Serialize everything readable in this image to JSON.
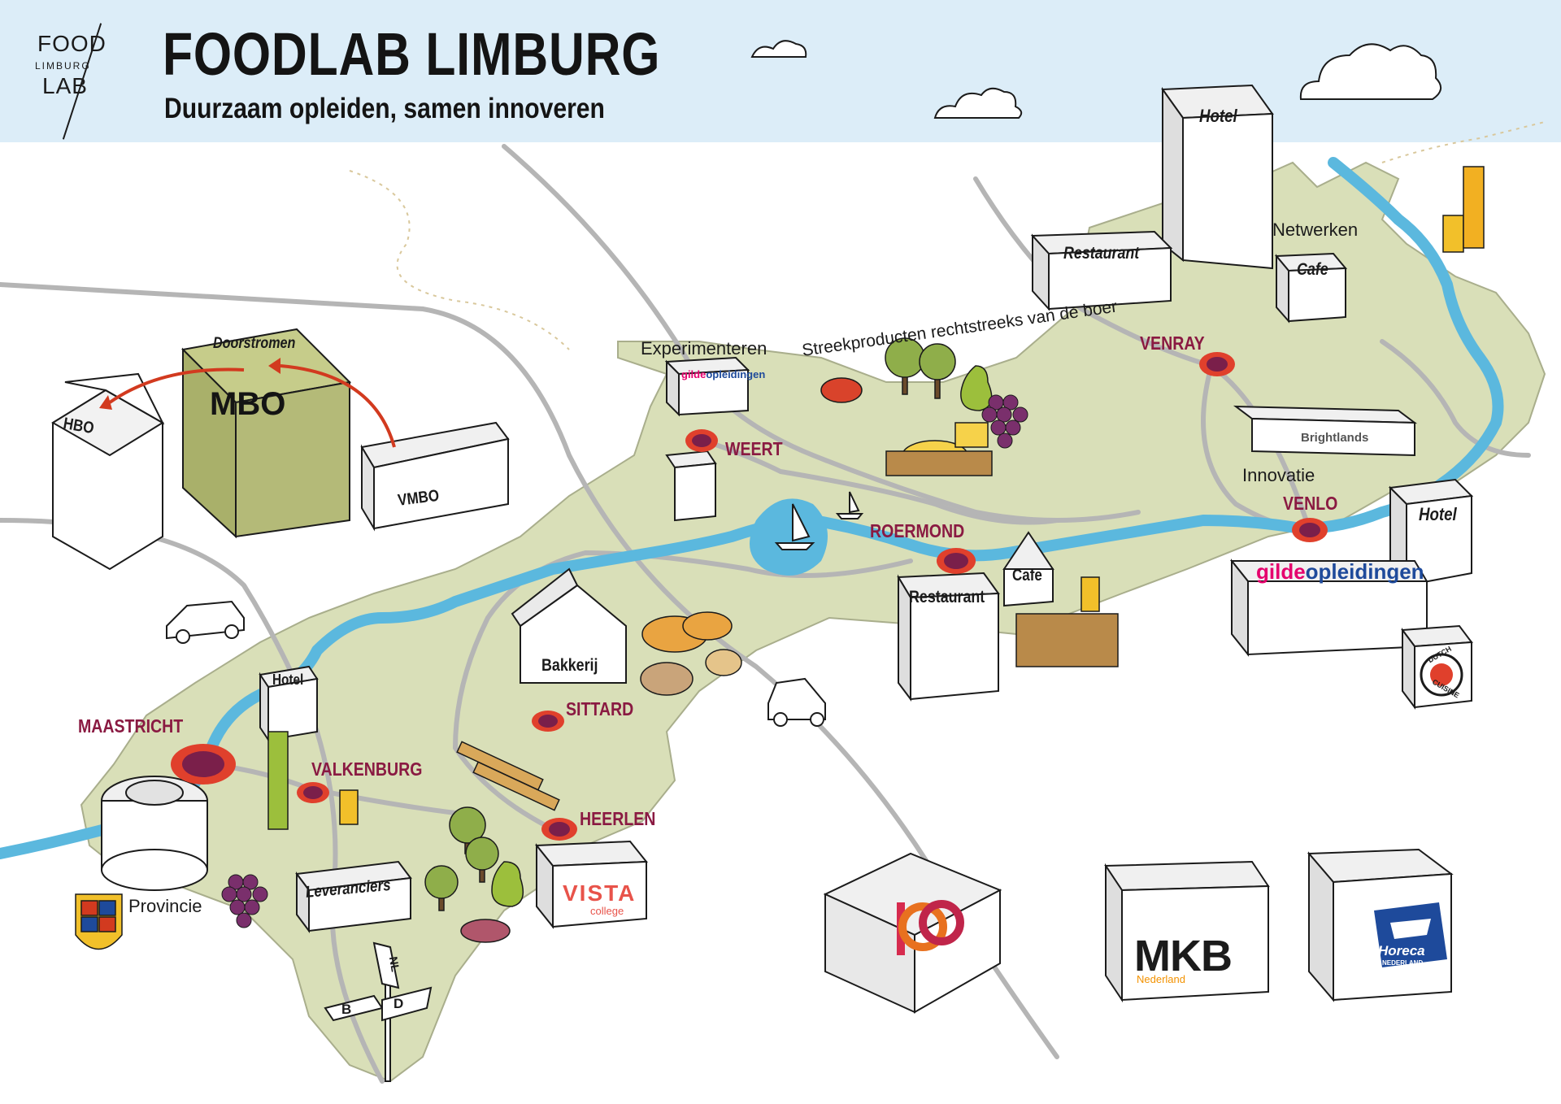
{
  "header": {
    "logo": {
      "line1": "FOOD",
      "line2": "LIMBURG",
      "line3": "LAB"
    },
    "title": "FOODLAB LIMBURG",
    "subtitle": "Duurzaam opleiden, samen innoveren"
  },
  "education": {
    "flow_label": "Doorstromen",
    "hbo": "HBO",
    "mbo": "MBO",
    "vmbo": "VMBO"
  },
  "cities": {
    "weert": "WEERT",
    "roermond": "ROERMOND",
    "venray": "VENRAY",
    "venlo": "VENLO",
    "maastricht": "MAASTRICHT",
    "valkenburg": "VALKENBURG",
    "sittard": "SITTARD",
    "heerlen": "HEERLEN"
  },
  "labels": {
    "experimenteren": "Experimenteren",
    "streekproducten": "Streekproducten rechtstreeks van de boer",
    "netwerken": "Netwerken",
    "innovatie": "Innovatie",
    "provincie": "Provincie"
  },
  "buildings": {
    "hotel_top": "Hotel",
    "restaurant_top": "Restaurant",
    "cafe_top": "Cafe",
    "brightlands": "Brightlands",
    "hotel_venlo": "Hotel",
    "restaurant_roermond": "Restaurant",
    "cafe_roermond": "Cafe",
    "bakkerij": "Bakkerij",
    "hotel_maastricht": "Hotel",
    "leveranciers": "Leveranciers"
  },
  "brands": {
    "gilde_prefix": "gilde",
    "gilde_suffix": "opleidingen",
    "vista": "VISTA",
    "vista_sub": "college",
    "dutch_cuisine_1": "DUTCH",
    "dutch_cuisine_2": "CUISINE",
    "mkb": "MKB",
    "mkb_sub": "Nederland",
    "horeca": "Horeca",
    "horeca_sub": "NEDERLAND"
  },
  "signpost": {
    "b": "B",
    "nl": "NL",
    "d": "D"
  },
  "colors": {
    "land": "#d9dfb8",
    "river": "#5bb8de",
    "road": "#b5b5b5",
    "city_marker": "#e0402c",
    "city_center": "#7a1f4a",
    "city_text": "#8a1a42",
    "mbo_box": "#a9b06a",
    "arrow": "#d23a1f",
    "gilde_pink": "#e5006d",
    "mkb_orange": "#f39200",
    "horeca_blue": "#1e4a9b"
  }
}
